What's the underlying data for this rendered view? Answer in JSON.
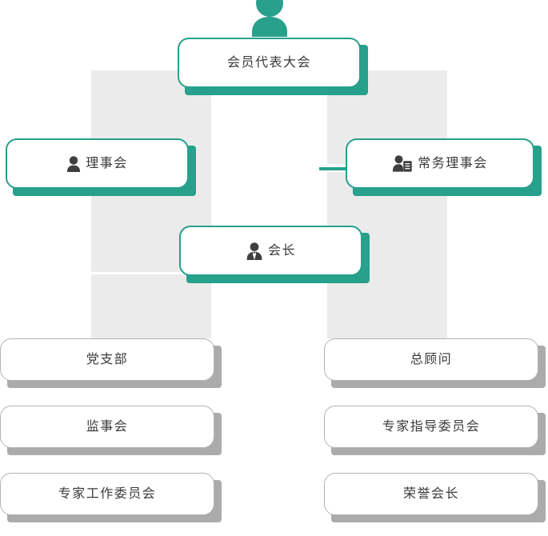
{
  "chart_data": {
    "type": "diagram",
    "title": "",
    "diagram_kind": "organization-chart",
    "nodes": [
      {
        "id": "n1",
        "label": "会员代表大会",
        "style": "teal",
        "icon": "person-icon",
        "level": 1
      },
      {
        "id": "n2",
        "label": "理事会",
        "style": "teal",
        "icon": "person-icon",
        "level": 2
      },
      {
        "id": "n3",
        "label": "常务理事会",
        "style": "teal",
        "icon": "person-document-icon",
        "level": 2
      },
      {
        "id": "n4",
        "label": "会长",
        "style": "teal",
        "icon": "person-suit-icon",
        "level": 3
      },
      {
        "id": "n5",
        "label": "党支部",
        "style": "grey",
        "icon": "",
        "level": 4
      },
      {
        "id": "n6",
        "label": "总顾问",
        "style": "grey",
        "icon": "",
        "level": 4
      },
      {
        "id": "n7",
        "label": "监事会",
        "style": "grey",
        "icon": "",
        "level": 5
      },
      {
        "id": "n8",
        "label": "专家指导委员会",
        "style": "grey",
        "icon": "",
        "level": 5
      },
      {
        "id": "n9",
        "label": "专家工作委员会",
        "style": "grey",
        "icon": "",
        "level": 6
      },
      {
        "id": "n10",
        "label": "荣誉会长",
        "style": "grey",
        "icon": "",
        "level": 6
      }
    ],
    "edges": [
      {
        "from": "n1",
        "to": "n2"
      },
      {
        "from": "n1",
        "to": "n3"
      },
      {
        "from": "n2",
        "to": "n4"
      },
      {
        "from": "n3",
        "to": "n4"
      },
      {
        "from": "n4",
        "to": "n5"
      },
      {
        "from": "n4",
        "to": "n6"
      }
    ],
    "colors": {
      "accent_teal": "#27a08c",
      "node_grey": "#ababab",
      "band_grey": "#ebebeb",
      "text": "#3a3a3a",
      "icon_dark": "#3f3f3f",
      "background": "#ffffff"
    }
  },
  "chart": {
    "assembly": {
      "label": "会员代表大会"
    },
    "council": {
      "label": "理事会"
    },
    "standing_council": {
      "label": "常务理事会"
    },
    "president": {
      "label": "会长"
    },
    "party_branch": {
      "label": "党支部"
    },
    "chief_advisor": {
      "label": "总顾问"
    },
    "supervisors": {
      "label": "监事会"
    },
    "expert_guidance": {
      "label": "专家指导委员会"
    },
    "expert_work": {
      "label": "专家工作委员会"
    },
    "honorary_president": {
      "label": "荣誉会长"
    }
  }
}
